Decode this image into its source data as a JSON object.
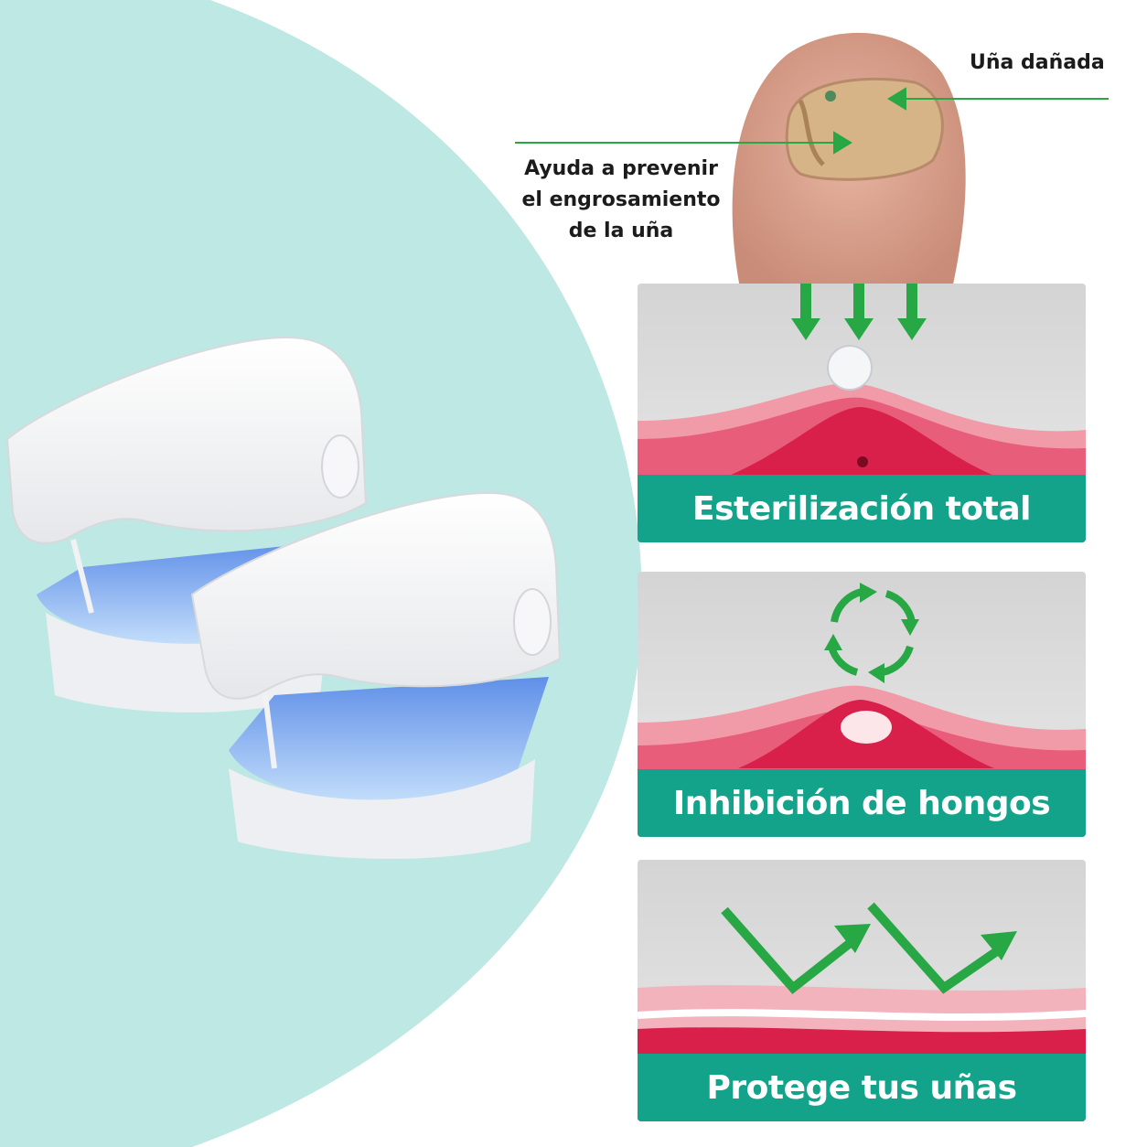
{
  "callouts": {
    "damaged_nail": "Uña dañada",
    "prevent_thickening": "Ayuda a prevenir\nel engrosamiento\nde la uña"
  },
  "panels": [
    {
      "title": "Esterilización total"
    },
    {
      "title": "Inhibición de hongos"
    },
    {
      "title": "Protege tus uñas"
    }
  ],
  "colors": {
    "background_blob": "#bde8e4",
    "banner": "#13a38b",
    "arrow_green": "#28a745",
    "skin_pink": "#f19aa8",
    "tissue_red": "#d8204a",
    "device_white": "#f4f4f6",
    "uv_blue": "#8fbef5"
  },
  "icons": [
    "down-arrow-icon",
    "cycle-arrows-icon",
    "bounce-arrow-icon"
  ]
}
